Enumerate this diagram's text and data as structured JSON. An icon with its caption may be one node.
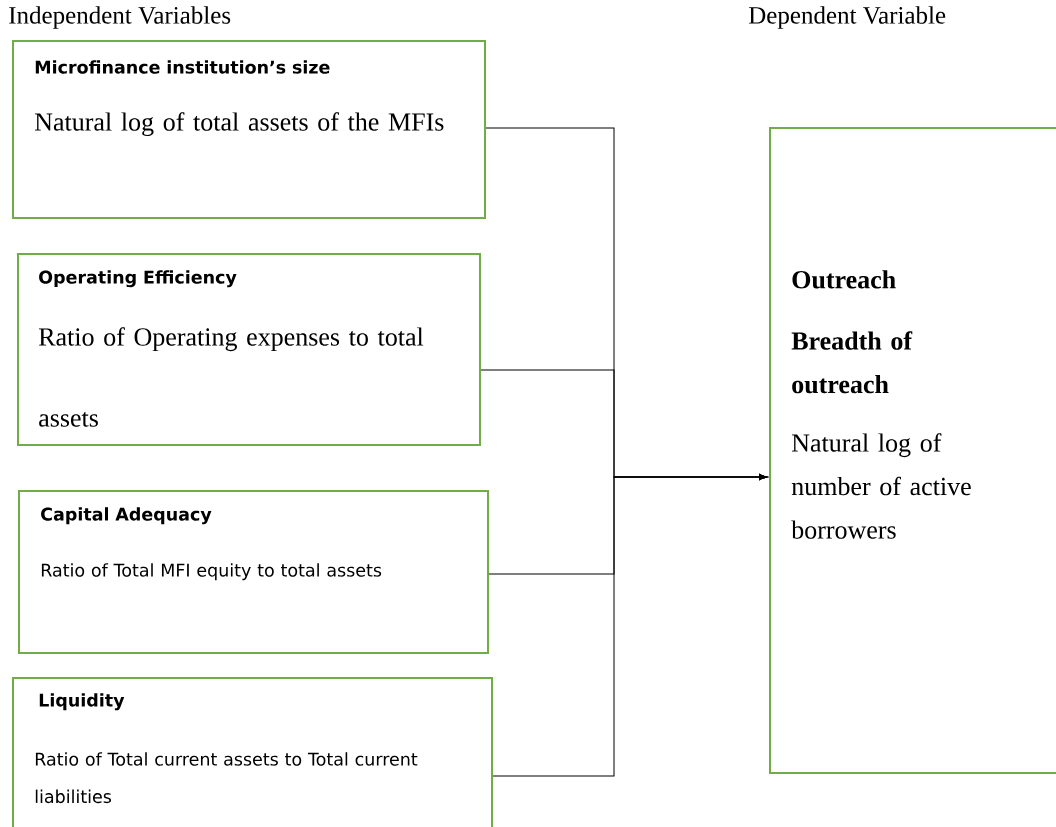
{
  "diagram": {
    "nodes": [
      {
        "text": [
          "Microfinance institution’s size",
          "Natural log of total assets of the MFIs"
        ]
      },
      {
        "text": [
          "Operating Efficiency",
          "Ratio of Operating expenses to total assets"
        ]
      },
      {
        "text": [
          "Capital Adequacy",
          "Ratio of Total MFI equity to total assets"
        ]
      },
      {
        "text": [
          "Liquidity",
          "Ratio of Total current assets to Total current liabilities"
        ]
      },
      {
        "text": [
          "Outreach",
          "Breadth of outreach",
          "Natural log of number of active borrowers"
        ]
      }
    ],
    "edges": [
      {
        "from": 0,
        "to": 4,
        "arrow": "to"
      },
      {
        "from": 1,
        "to": 4,
        "arrow": "to"
      },
      {
        "from": 2,
        "to": 4,
        "arrow": "to"
      },
      {
        "from": 3,
        "to": 4,
        "arrow": "to"
      }
    ],
    "labels": [
      "Independent Variables",
      "Dependent Variable"
    ]
  }
}
